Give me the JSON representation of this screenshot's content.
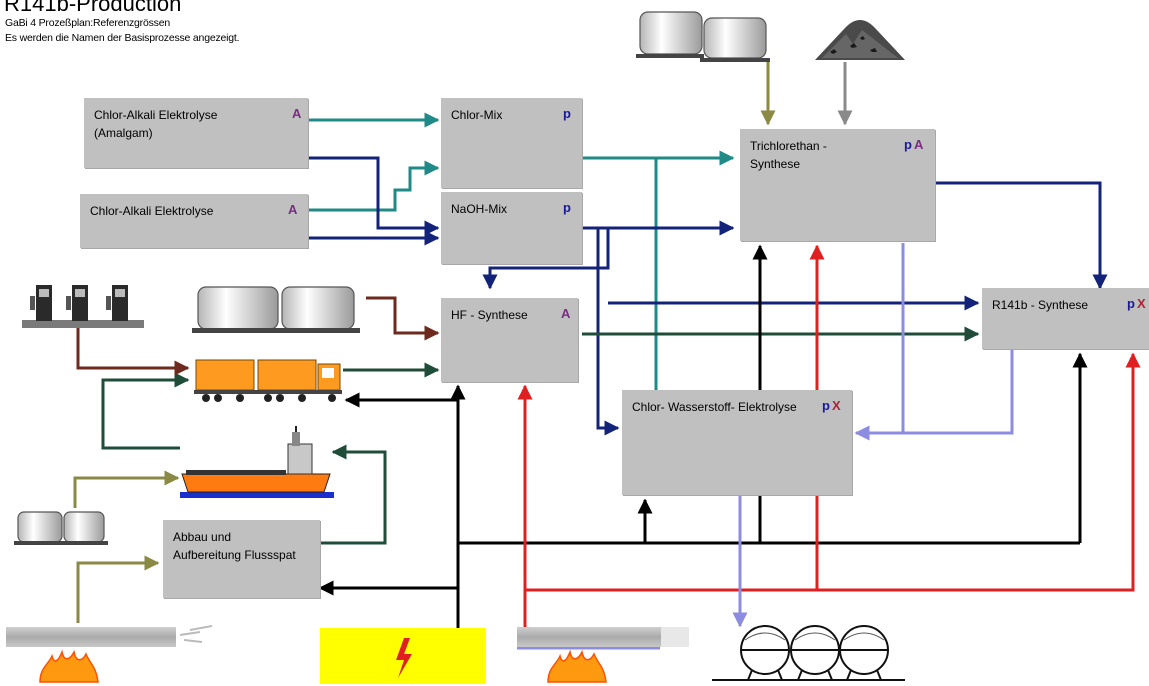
{
  "header": {
    "title": "R141b-Production",
    "subtitle1": "GaBi 4 Prozeßplan:Referenzgrössen",
    "subtitle2": "Es werden die Namen der Basisprozesse angezeigt."
  },
  "processes": {
    "chlor_alkali_amalgam": {
      "label": "Chlor-Alkali Elektrolyse\n(Amalgam)",
      "tag": "A"
    },
    "chlor_alkali": {
      "label": "Chlor-Alkali Elektrolyse",
      "tag": "A"
    },
    "chlor_mix": {
      "label": "Chlor-Mix",
      "tag": "p"
    },
    "naoh_mix": {
      "label": "NaOH-Mix",
      "tag": "p"
    },
    "trichlorethan": {
      "label": "Trichlorethan -\nSynthese",
      "tag_p": "p",
      "tag_a": "A"
    },
    "hf_synthese": {
      "label": "HF - Synthese",
      "tag": "A"
    },
    "r141b": {
      "label": "R141b - Synthese",
      "tag_p": "p",
      "tag_x": "X"
    },
    "chlor_wasserstoff": {
      "label": "Chlor- Wasserstoff- Elektrolyse",
      "tag_p": "p",
      "tag_x": "X"
    },
    "abbau": {
      "label": "Abbau und\nAufbereitung Flussspat"
    }
  },
  "colors": {
    "teal": "#1f8a86",
    "navy": "#14237a",
    "brown": "#6e2a1c",
    "dark_green": "#1f4d3a",
    "olive": "#8a8a45",
    "gray": "#8a8a8a",
    "black": "#000000",
    "red": "#e02020",
    "lavender": "#8c8ce0",
    "box_fill": "#c0c0c0",
    "electric_yellow": "#ffff00"
  },
  "icons": [
    "storage-tank-icon",
    "bulk-material-heap-icon",
    "fuel-pumps-icon",
    "truck-icon",
    "cargo-ship-icon",
    "gas-flame-icon",
    "electricity-icon",
    "spherical-gas-tank-icon"
  ]
}
